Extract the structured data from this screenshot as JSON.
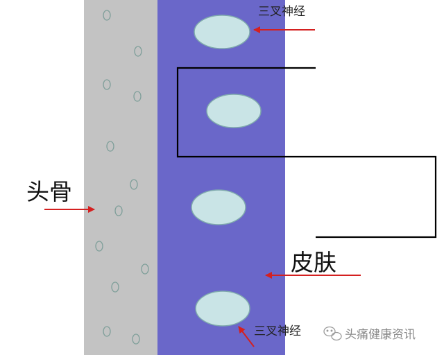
{
  "labels": {
    "nerve_top": "三叉神经",
    "nerve_bottom": "三叉神经",
    "skull": "头骨",
    "skin": "皮肤"
  },
  "watermark": {
    "text": "头痛健康资讯",
    "icon": "wechat-icon"
  },
  "colors": {
    "skull": "#c3c3c3",
    "skin": "#6a67c9",
    "nerve_fill": "#c9e4e6",
    "nerve_stroke": "#7fa9ad",
    "arrow": "#d42020",
    "line": "#000000",
    "pore": "#7f9f9a",
    "background": "#ffffff"
  }
}
